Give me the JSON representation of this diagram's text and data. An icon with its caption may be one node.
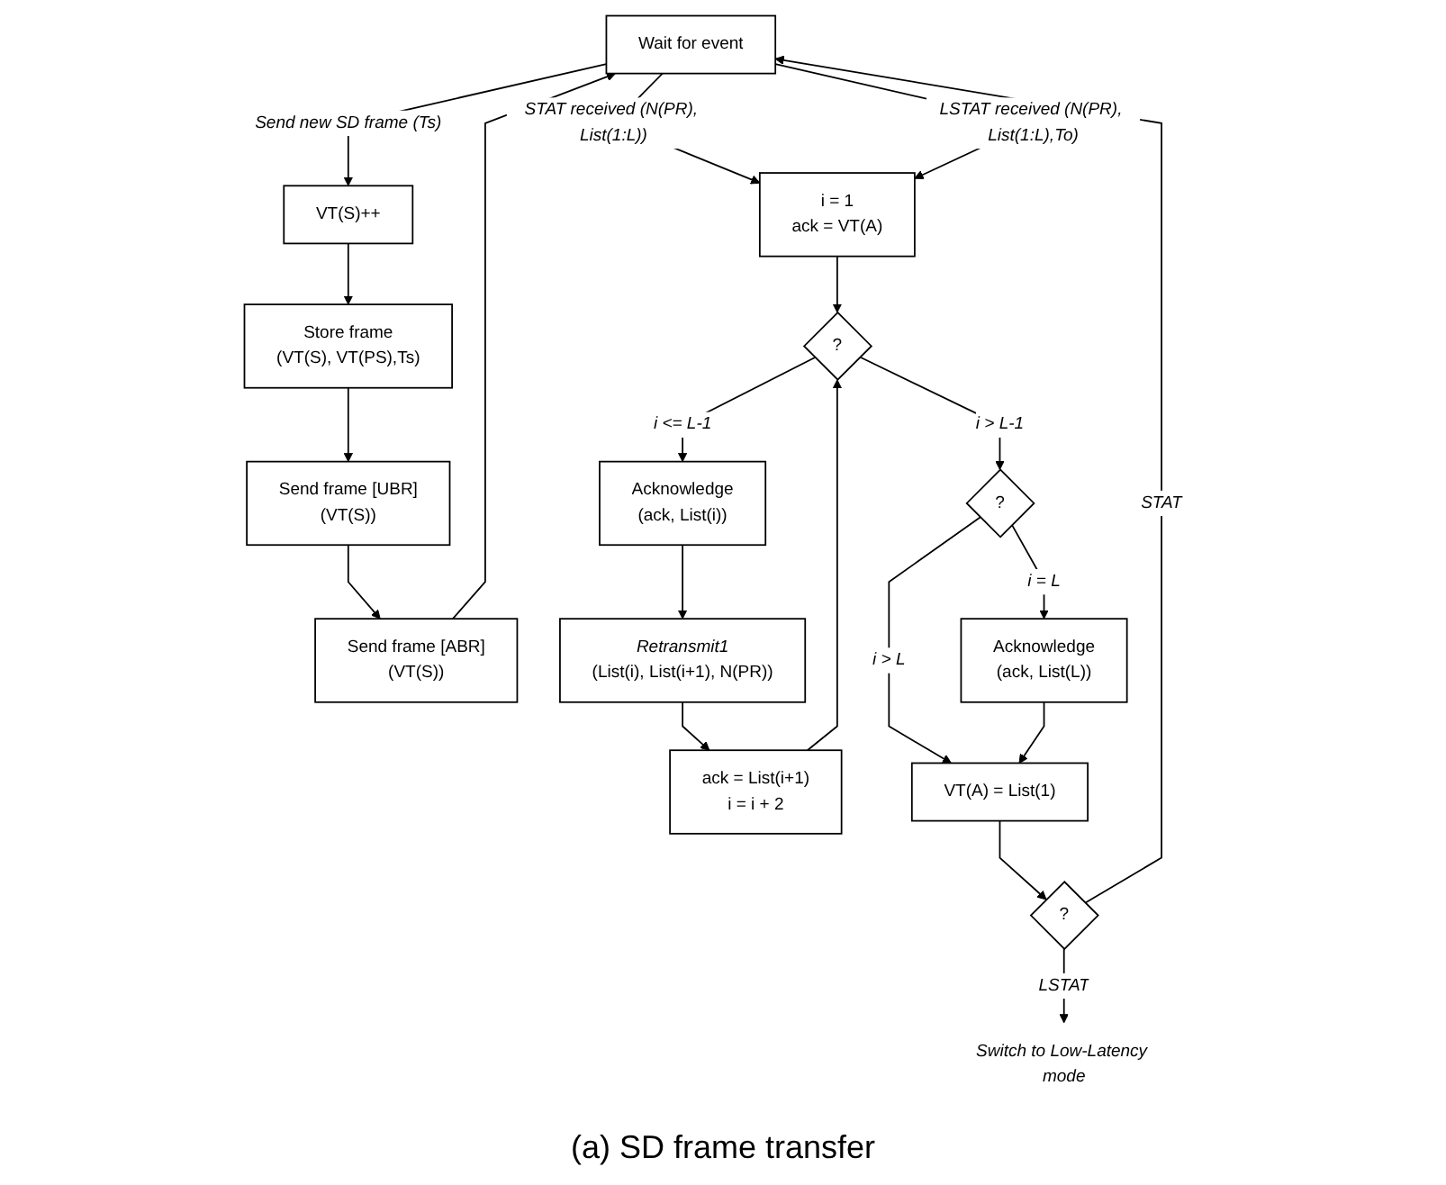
{
  "diagram": {
    "caption": "(a) SD frame transfer",
    "nodes": [
      {
        "text": [
          "Wait for event"
        ]
      },
      {
        "text": [
          "VT(S)++"
        ]
      },
      {
        "text": [
          "Store frame",
          "(VT(S), VT(PS),Ts)"
        ]
      },
      {
        "text": [
          "Send frame [UBR]",
          "(VT(S))"
        ]
      },
      {
        "text": [
          "Send frame [ABR]",
          "(VT(S))"
        ]
      },
      {
        "text": [
          "i = 1",
          "ack = VT(A)"
        ]
      },
      {
        "text": [
          "?"
        ]
      },
      {
        "text": [
          "Acknowledge",
          "(ack, List(i))"
        ]
      },
      {
        "text": [
          "Retransmit1",
          "(List(i), List(i+1), N(PR))"
        ]
      },
      {
        "text": [
          "ack = List(i+1)",
          "i = i + 2"
        ]
      },
      {
        "text": [
          "?"
        ]
      },
      {
        "text": [
          "Acknowledge",
          "(ack, List(L))"
        ]
      },
      {
        "text": [
          "VT(A) = List(1)"
        ]
      },
      {
        "text": [
          "?"
        ]
      },
      {
        "text": [
          "Switch to Low-Latency mode"
        ]
      }
    ],
    "edges": [
      {
        "from": 0,
        "to": 1,
        "arrow": "to",
        "label": "Send new SD frame (Ts)"
      },
      {
        "from": 0,
        "to": 5,
        "arrow": "to",
        "label": "STAT received (N(PR), List(1:L))"
      },
      {
        "from": 0,
        "to": 5,
        "arrow": "to",
        "label": "LSTAT received (N(PR), List(1:L),To)"
      },
      {
        "from": 1,
        "to": 2,
        "arrow": "to"
      },
      {
        "from": 2,
        "to": 3,
        "arrow": "to"
      },
      {
        "from": 3,
        "to": 4,
        "arrow": "to"
      },
      {
        "from": 4,
        "to": 0,
        "arrow": "to"
      },
      {
        "from": 5,
        "to": 6,
        "arrow": "to"
      },
      {
        "from": 6,
        "to": 7,
        "arrow": "to",
        "label": "i <= L-1"
      },
      {
        "from": 6,
        "to": 10,
        "arrow": "to",
        "label": "i > L-1"
      },
      {
        "from": 7,
        "to": 8,
        "arrow": "to"
      },
      {
        "from": 8,
        "to": 9,
        "arrow": "to"
      },
      {
        "from": 9,
        "to": 6,
        "arrow": "to"
      },
      {
        "from": 10,
        "to": 11,
        "arrow": "to",
        "label": "i = L"
      },
      {
        "from": 10,
        "to": 12,
        "arrow": "to",
        "label": "i > L"
      },
      {
        "from": 11,
        "to": 12,
        "arrow": "to"
      },
      {
        "from": 12,
        "to": 13,
        "arrow": "to"
      },
      {
        "from": 13,
        "to": 0,
        "arrow": "to",
        "label": "STAT"
      },
      {
        "from": 13,
        "to": 14,
        "arrow": "to",
        "label": "LSTAT"
      }
    ]
  }
}
